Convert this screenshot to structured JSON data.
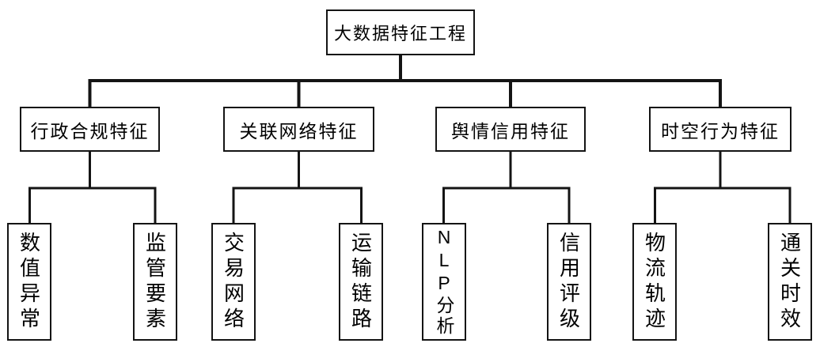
{
  "diagram": {
    "title": "大数据特征工程 organization tree",
    "colors": {
      "background": "#ffffff",
      "line": "#141414",
      "box_border": "#141414",
      "text": "#000000"
    },
    "root": {
      "label": "大数据特征工程"
    },
    "branches": [
      {
        "label": "行政合规特征",
        "children": [
          {
            "label": "数值异常"
          },
          {
            "label": "监管要素"
          }
        ]
      },
      {
        "label": "关联网络特征",
        "children": [
          {
            "label": "交易网络"
          },
          {
            "label": "运输链路"
          }
        ]
      },
      {
        "label": "舆情信用特征",
        "children": [
          {
            "label": "NLP分析"
          },
          {
            "label": "信用评级"
          }
        ]
      },
      {
        "label": "时空行为特征",
        "children": [
          {
            "label": "物流轨迹"
          },
          {
            "label": "通关时效"
          }
        ]
      }
    ]
  }
}
